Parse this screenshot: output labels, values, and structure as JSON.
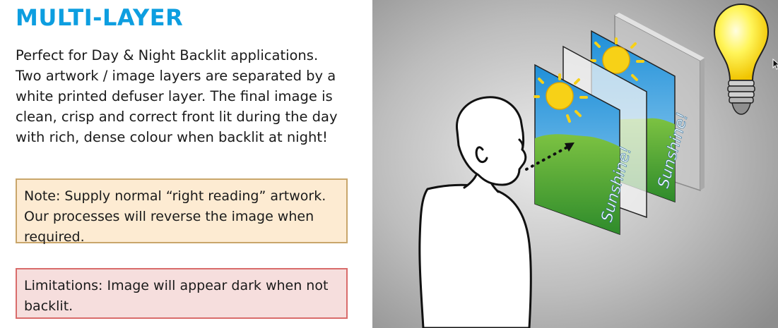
{
  "title": "MULTI-LAYER",
  "description": "Perfect for Day & Night Backlit applications. Two artwork / image layers are separated by a white printed defuser layer. The final image is clean, crisp and correct front lit during the day with rich, dense colour when backlit at night!",
  "note": {
    "text": "Note:  Supply normal “right reading” artwork. Our processes will reverse the image when required."
  },
  "limitations": {
    "text": "Limitations:   Image will appear dark when not backlit."
  },
  "illustration": {
    "front_panel_text": "Sunshine!",
    "back_panel_text": "Sunshine!",
    "icons": [
      "person-icon",
      "lightbulb-icon",
      "sun-icon",
      "mouse-cursor-icon"
    ],
    "colors": {
      "title_blue": "#0d9ee0",
      "sky_blue": "#2aa3e6",
      "grass_green": "#4aa832",
      "sun_yellow": "#f7d117",
      "bulb_yellow": "#fff04a",
      "note_bg": "#fdebd2",
      "limit_bg": "#f6dedd"
    }
  }
}
